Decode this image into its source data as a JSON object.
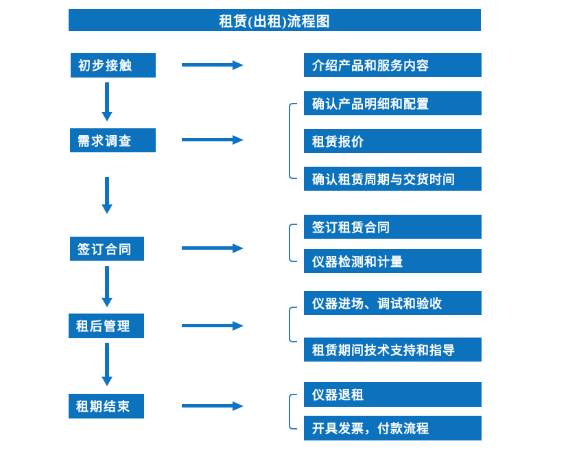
{
  "title": "租赁(出租)流程图",
  "colors": {
    "box_blue": "#0d72bd",
    "arrow_blue": "#0d73c2",
    "bracket_blue": "#2e7bc4",
    "text_white": "#ffffff",
    "background": "#ffffff"
  },
  "stages": [
    {
      "label": "初步接触",
      "outputs": [
        "介绍产品和服务内容"
      ]
    },
    {
      "label": "需求调查",
      "outputs": [
        "确认产品明细和配置",
        "租赁报价",
        "确认租赁周期与交货时间"
      ]
    },
    {
      "label": "签订合同",
      "outputs": [
        "签订租赁合同",
        "仪器检测和计量"
      ]
    },
    {
      "label": "租后管理",
      "outputs": [
        "仪器进场、调试和验收",
        "租赁期间技术支持和指导"
      ]
    },
    {
      "label": "租期结束",
      "outputs": [
        "仪器退租",
        "开具发票，付款流程"
      ]
    }
  ]
}
